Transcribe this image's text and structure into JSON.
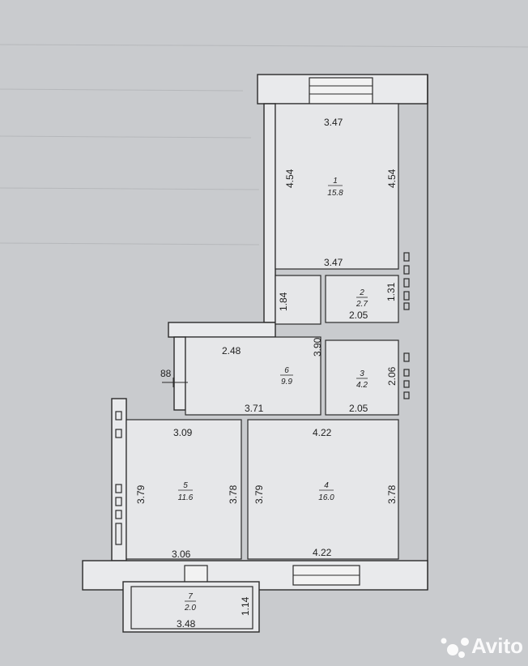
{
  "plan": {
    "dims": {
      "room1_top": "3.47",
      "room1_left": "4.54",
      "room1_right": "4.54",
      "room1_bottom": "3.47",
      "room2_height": "1.31",
      "room2_width": "2.05",
      "corridor_upper": "1.84",
      "hall_top": "2.48",
      "hall_width_right": "3.90",
      "hall_left": "88",
      "hall_bottom": "3.71",
      "room3_height": "2.06",
      "room3_width": "2.05",
      "room5_top": "3.09",
      "room5_left": "3.79",
      "room5_right": "3.78",
      "room5_bottom": "3.06",
      "room4_top": "4.22",
      "room4_left": "3.79",
      "room4_right": "3.78",
      "room4_bottom": "4.22",
      "balcony_width": "3.48",
      "balcony_height": "1.14"
    },
    "rooms": [
      {
        "id": "1",
        "area": "15.8"
      },
      {
        "id": "2",
        "area": "2.7"
      },
      {
        "id": "3",
        "area": "4.2"
      },
      {
        "id": "4",
        "area": "16.0"
      },
      {
        "id": "5",
        "area": "11.6"
      },
      {
        "id": "6",
        "area": "9.9"
      },
      {
        "id": "7",
        "area": "2.0"
      }
    ]
  },
  "watermark": {
    "text": "Avito"
  },
  "colors": {
    "paper": "#c9cbce",
    "ink": "#2a2a2a",
    "room_fill": "#e6e7e9"
  }
}
